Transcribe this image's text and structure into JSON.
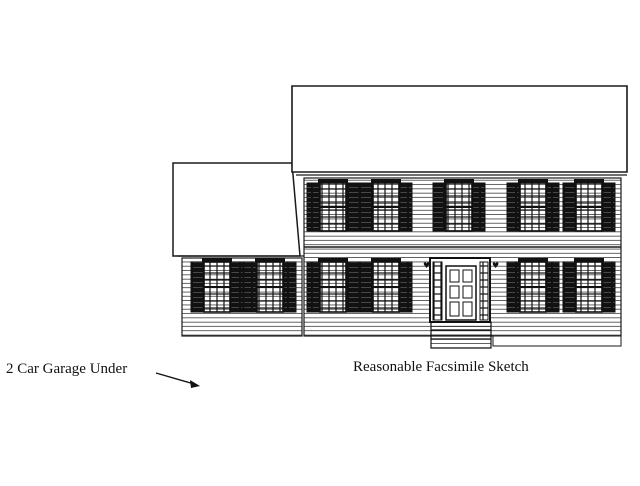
{
  "labels": {
    "garage_note": "2 Car Garage Under",
    "sketch_note": "Reasonable Facsimile Sketch"
  },
  "colors": {
    "line": "#1a1a1a",
    "shutter": "#111111",
    "roof": "#ffffff",
    "background": "#ffffff"
  },
  "drawing": {
    "icon": "house-front-elevation"
  }
}
